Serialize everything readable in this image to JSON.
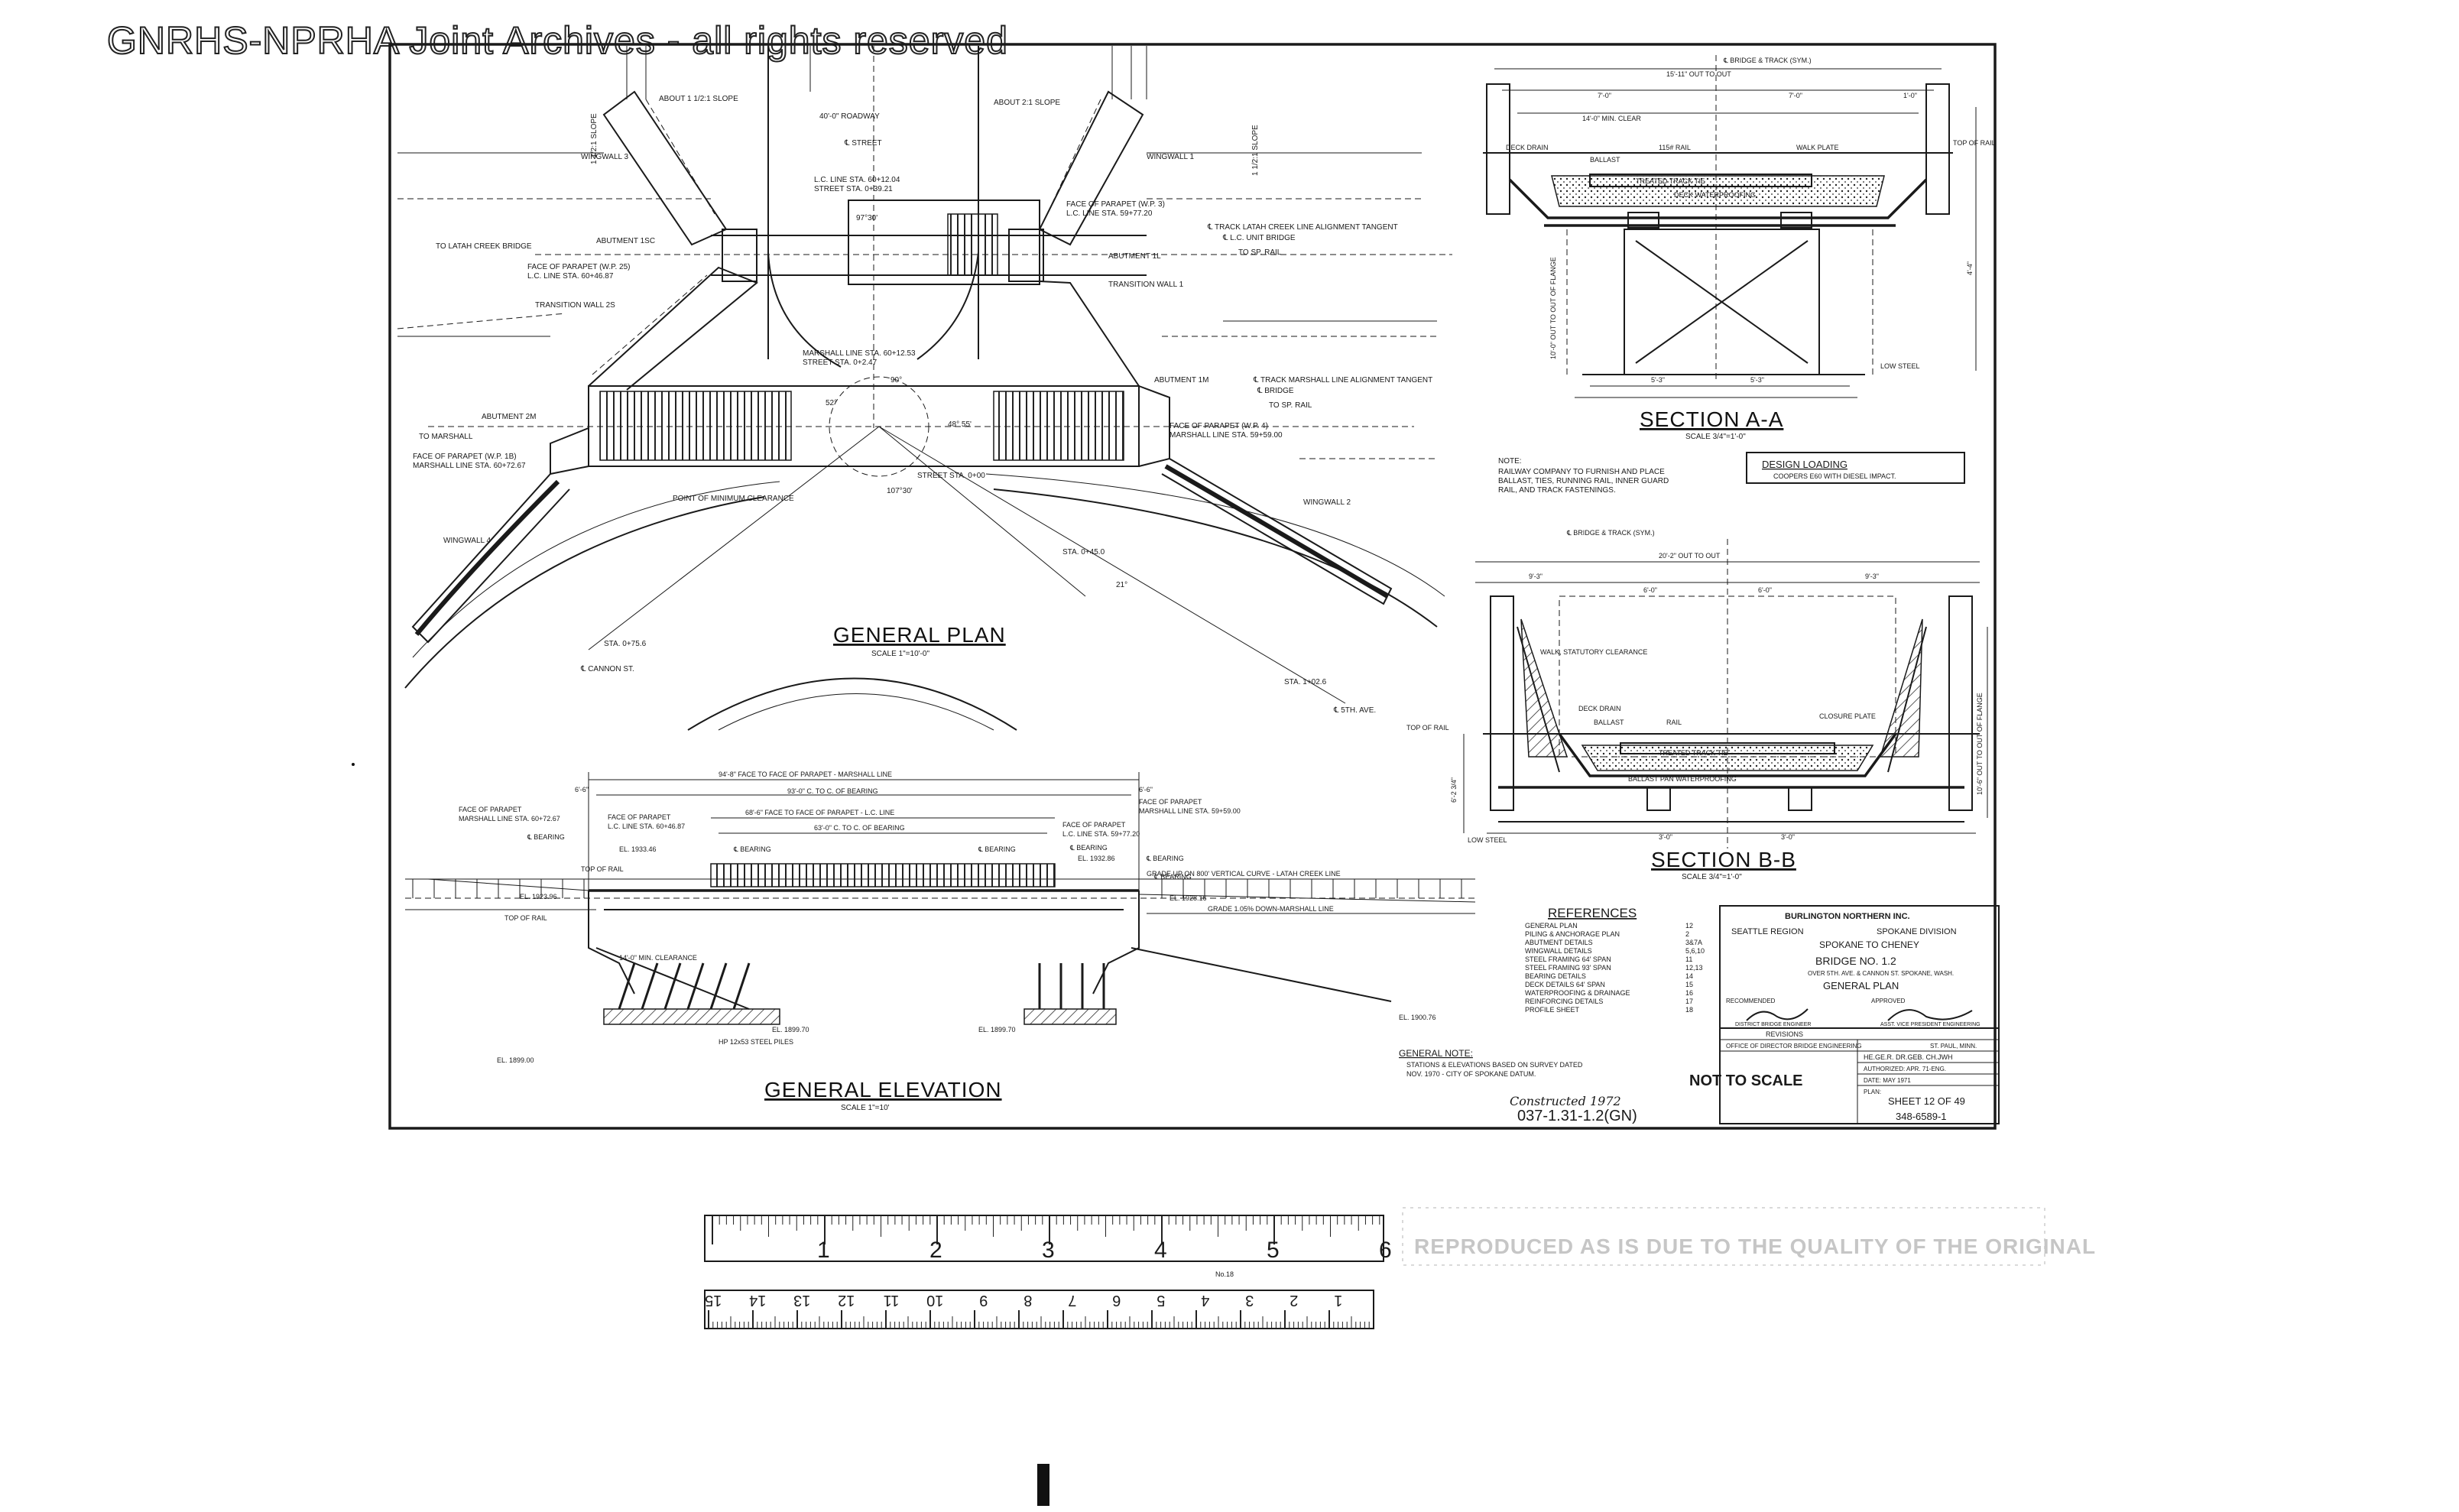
{
  "watermark": "GNRHS-NPRHA Joint Archives - all rights reserved",
  "plan": {
    "title": "GENERAL PLAN",
    "scale": "SCALE 1\"=10'-0\"",
    "labels": {
      "slope_left": "1 1/2:1 SLOPE",
      "slope_right": "1 1/2:1 SLOPE",
      "about_slope_left": "ABOUT 1 1/2:1 SLOPE",
      "about_slope_right": "ABOUT 2:1 SLOPE",
      "roadway": "40'-0\" ROADWAY",
      "street": "℄ STREET",
      "wingwall_3": "WINGWALL 3",
      "wingwall_1": "WINGWALL 1",
      "wingwall_4": "WINGWALL 4",
      "wingwall_2": "WINGWALL 2",
      "lc_line": "L.C. LINE STA. 60+12.04",
      "street_sta": "STREET STA. 0+39.21",
      "face_parapet_w3": "FACE OF PARAPET (W.P. 3)",
      "lc_line_sta_w3": "L.C. LINE STA. 59+77.20",
      "to_latah": "TO LATAH CREEK BRIDGE",
      "abutment_1sc": "ABUTMENT 1SC",
      "face_parapet_w25": "FACE OF PARAPET (W.P. 25)",
      "lc_line_sta_w25": "L.C. LINE STA. 60+46.87",
      "transition_wall_2s": "TRANSITION WALL 2S",
      "track_latah_tangent": "℄ TRACK LATAH CREEK LINE ALIGNMENT TANGENT",
      "lc_unit_bridge": "℄ L.C. UNIT BRIDGE",
      "to_spokane_1": "TO SP. RAIL",
      "abutment_1l": "ABUTMENT 1L",
      "transition_wall_1": "TRANSITION WALL 1",
      "marshall_line_sta": "MARSHALL LINE STA. 60+12.53",
      "street_sta_2": "STREET STA. 0+2.47",
      "abutment_1m": "ABUTMENT 1M",
      "track_marshall_tangent": "℄ TRACK MARSHALL LINE ALIGNMENT TANGENT",
      "bridge": "℄ BRIDGE",
      "to_spokane_2": "TO SP. RAIL",
      "abutment_2m": "ABUTMENT 2M",
      "to_marshall": "TO MARSHALL",
      "face_parapet_w1b": "FACE OF PARAPET (W.P. 1B)",
      "marshall_sta_w1b": "MARSHALL LINE STA. 60+72.67",
      "face_parapet_w4": "FACE OF PARAPET (W.P. 4)",
      "marshall_sta_w4": "MARSHALL LINE STA. 59+59.00",
      "point_min_clearance": "POINT OF MINIMUM CLEARANCE",
      "street_sta_0": "STREET STA. 0+00",
      "sta_045": "STA. 0+45.0",
      "sta_0756": "STA. 0+75.6",
      "cannon_st": "℄ CANNON ST.",
      "sta_1026": "STA. 1+02.6",
      "fifth_ave": "℄ 5TH. AVE.",
      "angle_1": "90°",
      "angle_2": "107°30'",
      "angle_3": "97°30'",
      "angle_4": "48° 55'",
      "angle_5": "52°",
      "angle_6": "21°"
    }
  },
  "section_aa": {
    "title": "SECTION A-A",
    "scale": "SCALE 3/4\"=1'-0\"",
    "labels": {
      "bridge_track_sym": "℄ BRIDGE & TRACK (SYM.)",
      "out_to_out": "15'-11\" OUT TO OUT",
      "dim_7_0a": "7'-0\"",
      "dim_7_0b": "7'-0\"",
      "dim_1_0": "1'-0\"",
      "min_clear": "14'-0\" MIN. CLEAR",
      "deck_drain": "DECK DRAIN",
      "ballast": "BALLAST",
      "rail": "115# RAIL",
      "walk_plate": "WALK PLATE",
      "top_of_rail": "TOP OF RAIL",
      "treated_track_ties": "TREATED TRACK TIE",
      "deck_waterproofing": "DECK WATERPROOFING",
      "low_steel": "LOW STEEL",
      "dim_bot_a": "5'-3\"",
      "dim_bot_b": "5'-3\"",
      "side_dim_left": "10'-0\" OUT TO OUT OF FLANGE",
      "side_dim_right": "4'-4\""
    }
  },
  "note": {
    "heading": "NOTE:",
    "lines": [
      "RAILWAY COMPANY TO FURNISH AND PLACE",
      "BALLAST, TIES, RUNNING RAIL, INNER GUARD",
      "RAIL, AND TRACK FASTENINGS."
    ]
  },
  "design_loading": {
    "title": "DESIGN LOADING",
    "text": "COOPERS E60 WITH DIESEL IMPACT."
  },
  "section_bb": {
    "title": "SECTION B-B",
    "scale": "SCALE 3/4\"=1'-0\"",
    "labels": {
      "bridge_track_sym": "℄ BRIDGE & TRACK (SYM.)",
      "out_to_out": "20'-2\" OUT TO OUT",
      "dim_a": "9'-3\"",
      "dim_b": "9'-3\"",
      "dim_c": "6'-0\"",
      "dim_d": "6'-0\"",
      "walk_statutory": "WALK, STATUTORY CLEARANCE",
      "deck_drain": "DECK DRAIN",
      "ballast": "BALLAST",
      "rail": "RAIL",
      "closure_plate": "CLOSURE PLATE",
      "top_of_rail": "TOP OF RAIL",
      "treated_track_tie": "TREATED TRACK TIE",
      "ballast_pan": "BALLAST PAN WATERPROOFING",
      "low_steel": "LOW STEEL",
      "dim_bot_a": "3'-0\"",
      "dim_bot_b": "3'-0\"",
      "side_dim_left": "6'-2 3/4\"",
      "side_dim_right": "10'-6\" OUT TO OUT OF FLANGE"
    }
  },
  "elevation": {
    "title": "GENERAL ELEVATION",
    "scale": "SCALE 1\"=10'",
    "labels": {
      "face_to_face_marshall": "94'-8\" FACE TO FACE OF PARAPET - MARSHALL LINE",
      "c_to_c_bearing": "93'-0\" C. TO C. OF BEARING",
      "face_to_face_lc": "68'-6\" FACE TO FACE OF PARAPET - L.C. LINE",
      "lc_c_to_c": "63'-0\" C. TO C. OF BEARING",
      "dim_left": "6'-6\"",
      "dim_right": "6'-6\"",
      "face_parapet_left": "FACE OF PARAPET",
      "marshall_left": "MARSHALL LINE STA. 60+72.67",
      "face_parapet_lc_left": "FACE OF PARAPET",
      "lc_line_left": "L.C. LINE STA. 60+46.87",
      "face_parapet_right": "FACE OF PARAPET",
      "marshall_right": "MARSHALL LINE STA. 59+59.00",
      "face_parapet_lc_right": "FACE OF PARAPET",
      "lc_line_right": "L.C. LINE STA. 59+77.20",
      "bearing_1": "℄ BEARING",
      "bearing_2": "℄ BEARING",
      "bearing_3": "℄ BEARING",
      "bearing_4": "℄ BEARING",
      "bearing_5": "℄ BEARING",
      "bearing_6": "℄ BEARING",
      "el_1933": "EL. 1933.46",
      "el_1932": "EL. 1932.86",
      "top_of_rail_1": "TOP OF RAIL",
      "el_1923": "EL. 1923.96",
      "top_of_rail_2": "TOP OF RAIL",
      "el_1928": "EL. 1928.16",
      "grade_up": "GRADE UP ON 800' VERTICAL CURVE - LATAH CREEK LINE",
      "grade_down": "GRADE 1.05% DOWN-MARSHALL LINE",
      "clearance": "14'-0\" MIN. CLEARANCE",
      "el_1899_70": "EL. 1899.70",
      "el_1899_70b": "EL. 1899.70",
      "el_1900": "EL. 1900.76",
      "el_1899": "EL. 1899.00",
      "piles": "HP 12x53 STEEL PILES"
    }
  },
  "general_note": {
    "heading": "GENERAL NOTE:",
    "lines": [
      "STATIONS & ELEVATIONS BASED ON SURVEY DATED",
      "NOV. 1970 - CITY OF SPOKANE DATUM."
    ]
  },
  "references": {
    "heading": "REFERENCES",
    "rows": [
      {
        "name": "GENERAL PLAN",
        "sheet": "12"
      },
      {
        "name": "PILING & ANCHORAGE PLAN",
        "sheet": "2"
      },
      {
        "name": "ABUTMENT DETAILS",
        "sheet": "3&7A"
      },
      {
        "name": "WINGWALL DETAILS",
        "sheet": "5,6,10"
      },
      {
        "name": "STEEL FRAMING 64' SPAN",
        "sheet": "11"
      },
      {
        "name": "STEEL FRAMING 93' SPAN",
        "sheet": "12,13"
      },
      {
        "name": "BEARING DETAILS",
        "sheet": "14"
      },
      {
        "name": "DECK DETAILS 64' SPAN",
        "sheet": "15"
      },
      {
        "name": "WATERPROOFING & DRAINAGE",
        "sheet": "16"
      },
      {
        "name": "REINFORCING DETAILS",
        "sheet": "17"
      },
      {
        "name": "PROFILE SHEET",
        "sheet": "18"
      }
    ]
  },
  "title_block": {
    "company": "BURLINGTON NORTHERN INC.",
    "region_left": "SEATTLE REGION",
    "region_right": "SPOKANE DIVISION",
    "route": "SPOKANE TO CHENEY",
    "bridge": "BRIDGE NO. 1.2",
    "over": "OVER 5TH. AVE. & CANNON ST. SPOKANE, WASH.",
    "sheet_title": "GENERAL PLAN",
    "recommended": "RECOMMENDED",
    "approved": "APPROVED",
    "role_left": "DISTRICT BRIDGE ENGINEER",
    "role_right": "ASST. VICE PRESIDENT ENGINEERING",
    "revisions": "REVISIONS",
    "office": "OFFICE OF DIRECTOR BRIDGE ENGINEERING",
    "location": "ST. PAUL, MINN.",
    "drawn": "HE.GE.R. DR.GEB. CH.JWH",
    "authorized": "AUTHORIZED: APR. 71-ENG.",
    "date": "DATE: MAY 1971",
    "plan_label": "PLAN:",
    "sheet_no": "SHEET 12 OF 49",
    "drawing_no": "348-6589-1",
    "not_to_scale": "NOT TO SCALE",
    "constructed": "Constructed 1972",
    "file_no": "037-1.31-1.2(GN)"
  },
  "ruler": {
    "inches": [
      "1",
      "2",
      "3",
      "4",
      "5",
      "6"
    ],
    "cm": [
      "1",
      "2",
      "3",
      "4",
      "5",
      "6",
      "7",
      "8",
      "9",
      "10",
      "11",
      "12",
      "13",
      "14",
      "15"
    ],
    "model": "No.18"
  },
  "stamp_text": "REPRODUCED AS IS DUE TO THE QUALITY OF THE ORIGINAL"
}
